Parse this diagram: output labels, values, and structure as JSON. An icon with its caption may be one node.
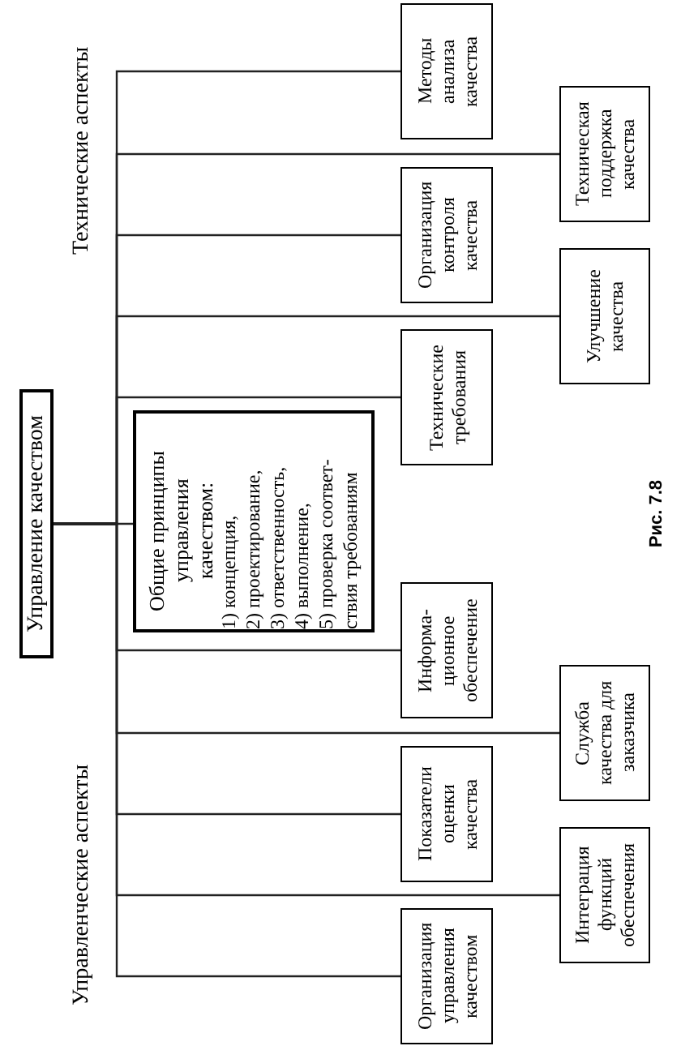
{
  "diagram": {
    "caption": "Рис. 7.8",
    "nodes": [
      {
        "text": [
          "Управление качеством"
        ]
      },
      {
        "text": [
          "Методы анализа качества"
        ]
      },
      {
        "text": [
          "Техническая поддержка качества"
        ]
      },
      {
        "text": [
          "Организация контроля качества"
        ]
      },
      {
        "text": [
          "Улучшение качества"
        ]
      },
      {
        "text": [
          "Технические требования"
        ]
      },
      {
        "text": [
          "Общие принципы управления качеством:",
          "1) концепция,",
          "2) проектирование,",
          "3) ответственность,",
          "4) выполнение,",
          "5) проверка соответ-ствия требованиям"
        ]
      },
      {
        "text": [
          "Информа-ционное обеспечение"
        ]
      },
      {
        "text": [
          "Служба качества для заказчика"
        ]
      },
      {
        "text": [
          "Показатели оценки качества"
        ]
      },
      {
        "text": [
          "Интеграция функций обеспечения"
        ]
      },
      {
        "text": [
          "Организация управления качеством"
        ]
      }
    ],
    "edges": [
      {
        "from": 0,
        "to": 1,
        "arrow": "none"
      },
      {
        "from": 0,
        "to": 2,
        "arrow": "none"
      },
      {
        "from": 0,
        "to": 3,
        "arrow": "none"
      },
      {
        "from": 0,
        "to": 4,
        "arrow": "none"
      },
      {
        "from": 0,
        "to": 5,
        "arrow": "none"
      },
      {
        "from": 0,
        "to": 6,
        "arrow": "none"
      },
      {
        "from": 0,
        "to": 7,
        "arrow": "none"
      },
      {
        "from": 0,
        "to": 8,
        "arrow": "none"
      },
      {
        "from": 0,
        "to": 9,
        "arrow": "none"
      },
      {
        "from": 0,
        "to": 10,
        "arrow": "none"
      },
      {
        "from": 0,
        "to": 11,
        "arrow": "none"
      }
    ],
    "labels": [
      "Технические аспекты",
      "Управленческие аспекты"
    ]
  }
}
